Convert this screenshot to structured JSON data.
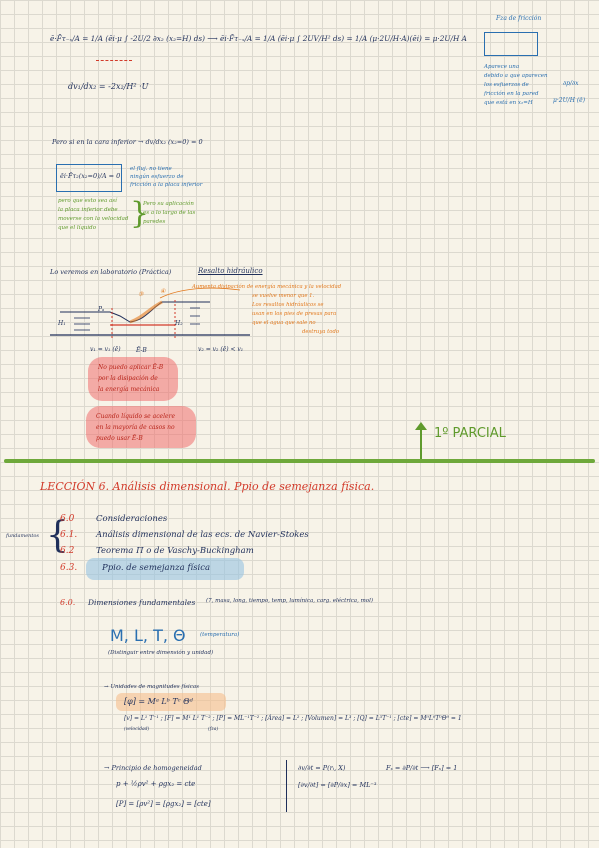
{
  "top": {
    "eq1": "ē·F̄τ₋ₓ/A = 1/A (ēi·μ ∫ -2U/2 ∂x₂ (x₂=H) ds) ⟶ ēi·F̄τ₋ₓ/A = 1/A (ēi·μ ∫ 2UV/H² ds) = 1/A (μ·2U/H·A)(ēi) = μ·2U/H A",
    "eq2": "dv₁/dx₂ = -2x₂/H² ·U",
    "note_title": "Fza de fricción",
    "note": [
      "Aparece una",
      "debido a que aparecen",
      "los esfuerzos de",
      "fricción en la pared",
      "que está en x₂=H"
    ],
    "note_right": [
      "∂p/∂x",
      "μ·2U/H (ē)"
    ]
  },
  "sec2": {
    "line": "Pero si en la cara inferior  → dv/dx₂ (x₂=0) = 0",
    "boxed": "ēi·F̄τ₂(x₂=0)/A = 0",
    "box_note": [
      "el fluj. no tiene",
      "ningún esfuerzo de",
      "fricción a la placa inferior"
    ],
    "green_note": [
      "pero que esto sea así",
      "la placa inferior debe",
      "moverse con la velocidad",
      "que el líquido"
    ],
    "green_right": [
      "Pero su aplicación",
      "es a lo largo de las",
      "paredes"
    ]
  },
  "lab": {
    "heading": "Lo veremos en laboratorio (Práctica)",
    "title": "Resalto hidráulico",
    "orange_note": [
      "Aumenta disipación de energía mecánica y la velocidad",
      "se vuelve menor que 1.",
      "Los resaltos hidráulicos se",
      "usan en los pies de presas para",
      "que el agua que sale no",
      "destruya todo"
    ],
    "labels": [
      "Pₐ",
      "H₁",
      "H₂",
      "v₁ = v₁ (ē)",
      "Ē-B",
      "v₂ = v₂ (ē) < v₁",
      "③",
      "④"
    ],
    "red1": [
      "No puedo aplicar Ē-B",
      "por la disipación de",
      "la energía mecánica"
    ],
    "red2": [
      "Cuando líquido se acelere",
      "en la mayoría de casos no",
      "puedo usar Ē-B"
    ]
  },
  "divider": {
    "label": "1º PARCIAL"
  },
  "lesson": {
    "title": "LECCIÓN 6. Análisis dimensional. Ppio de semejanza física.",
    "side_label": "fundamentos",
    "items": [
      {
        "num": "6.0",
        "text": "Consideraciones"
      },
      {
        "num": "6.1.",
        "text": "Análisis dimensional de las ecs. de Navier-Stokes"
      },
      {
        "num": "6.2",
        "text": "Teorema Π o de Vaschy-Buckingham"
      },
      {
        "num": "6.3.",
        "text": "Ppio. de semejanza física"
      }
    ]
  },
  "dims": {
    "heading_num": "6.0.",
    "heading": "Dimensiones fundamentales",
    "heading_note": "(7, masa, long, tiempo, temp, lumínica, carg. eléctrica, mol)",
    "mlt": "M, L, T, Θ",
    "mlt_note": "(temperatura)",
    "distinguir": "(Distinguir entre dimensión y unidad)",
    "units_heading": "→ Unidades de magnitudes físicas",
    "phi": "[φ] = Mᵃ Lᵇ Tᶜ Θᵈ",
    "row": "[v] = L¹ T⁻¹ ;  [F] = M¹ L¹ T⁻² ;  [P] = ML⁻¹T⁻² ; [Área] = L² ; [Volumen] = L³ ; [Q] = L³T⁻¹ ; [cte] = M⁰L⁰T⁰Θ⁰ = 1",
    "row_sub1": "(velocidad)",
    "row_sub2": "(fza)"
  },
  "homog": {
    "title": "→ Principio de homogeneidad",
    "eq1": "p + ½ρv² + ρgx₂ = cte",
    "eq2": "[P] = [ρv²] = [ρgx₂] = [cte]",
    "right1": "∂v/∂t = P(rᵢ, X)",
    "right2": "[∂v/∂t] = [∂P/∂x] = ML⁻³",
    "right3": "Fₓ = ∂P/∂t ⟶ [Fₓ] = 1"
  }
}
